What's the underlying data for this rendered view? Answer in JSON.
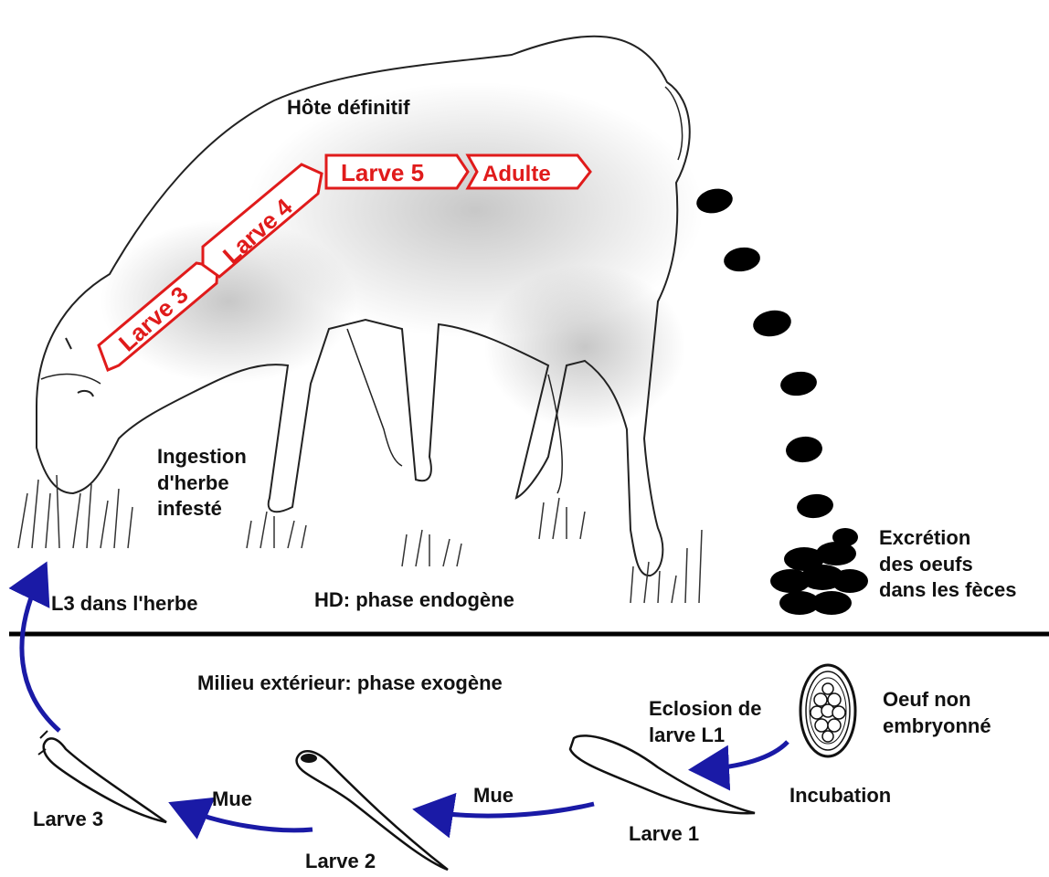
{
  "host": {
    "title": "Hôte définitif",
    "ingestion": "Ingestion\nd'herbe\ninfesté",
    "l3_grass": "L3 dans l'herbe",
    "endogenous": "HD: phase endogène",
    "excretion": "Excrétion\ndes oeufs\ndans les fèces"
  },
  "internal_stages": [
    "Larve 3",
    "Larve 4",
    "Larve 5",
    "Adulte"
  ],
  "external": {
    "title": "Milieu extérieur: phase exogène",
    "hatching": "Eclosion de\nlarve L1",
    "egg": "Oeuf non\nembryonné",
    "incubation": "Incubation",
    "larva1": "Larve 1",
    "larva2": "Larve 2",
    "larva3": "Larve 3",
    "molt1": "Mue",
    "molt2": "Mue"
  },
  "colors": {
    "stage_red": "#e01b1b",
    "arrow_blue": "#1a1aa6",
    "divider": "#000000",
    "fecal": "#000000"
  },
  "icons": [
    "sheep-illustration",
    "fecal-pellet-icon",
    "egg-icon",
    "larva-icon",
    "grass-tuft-icon"
  ]
}
